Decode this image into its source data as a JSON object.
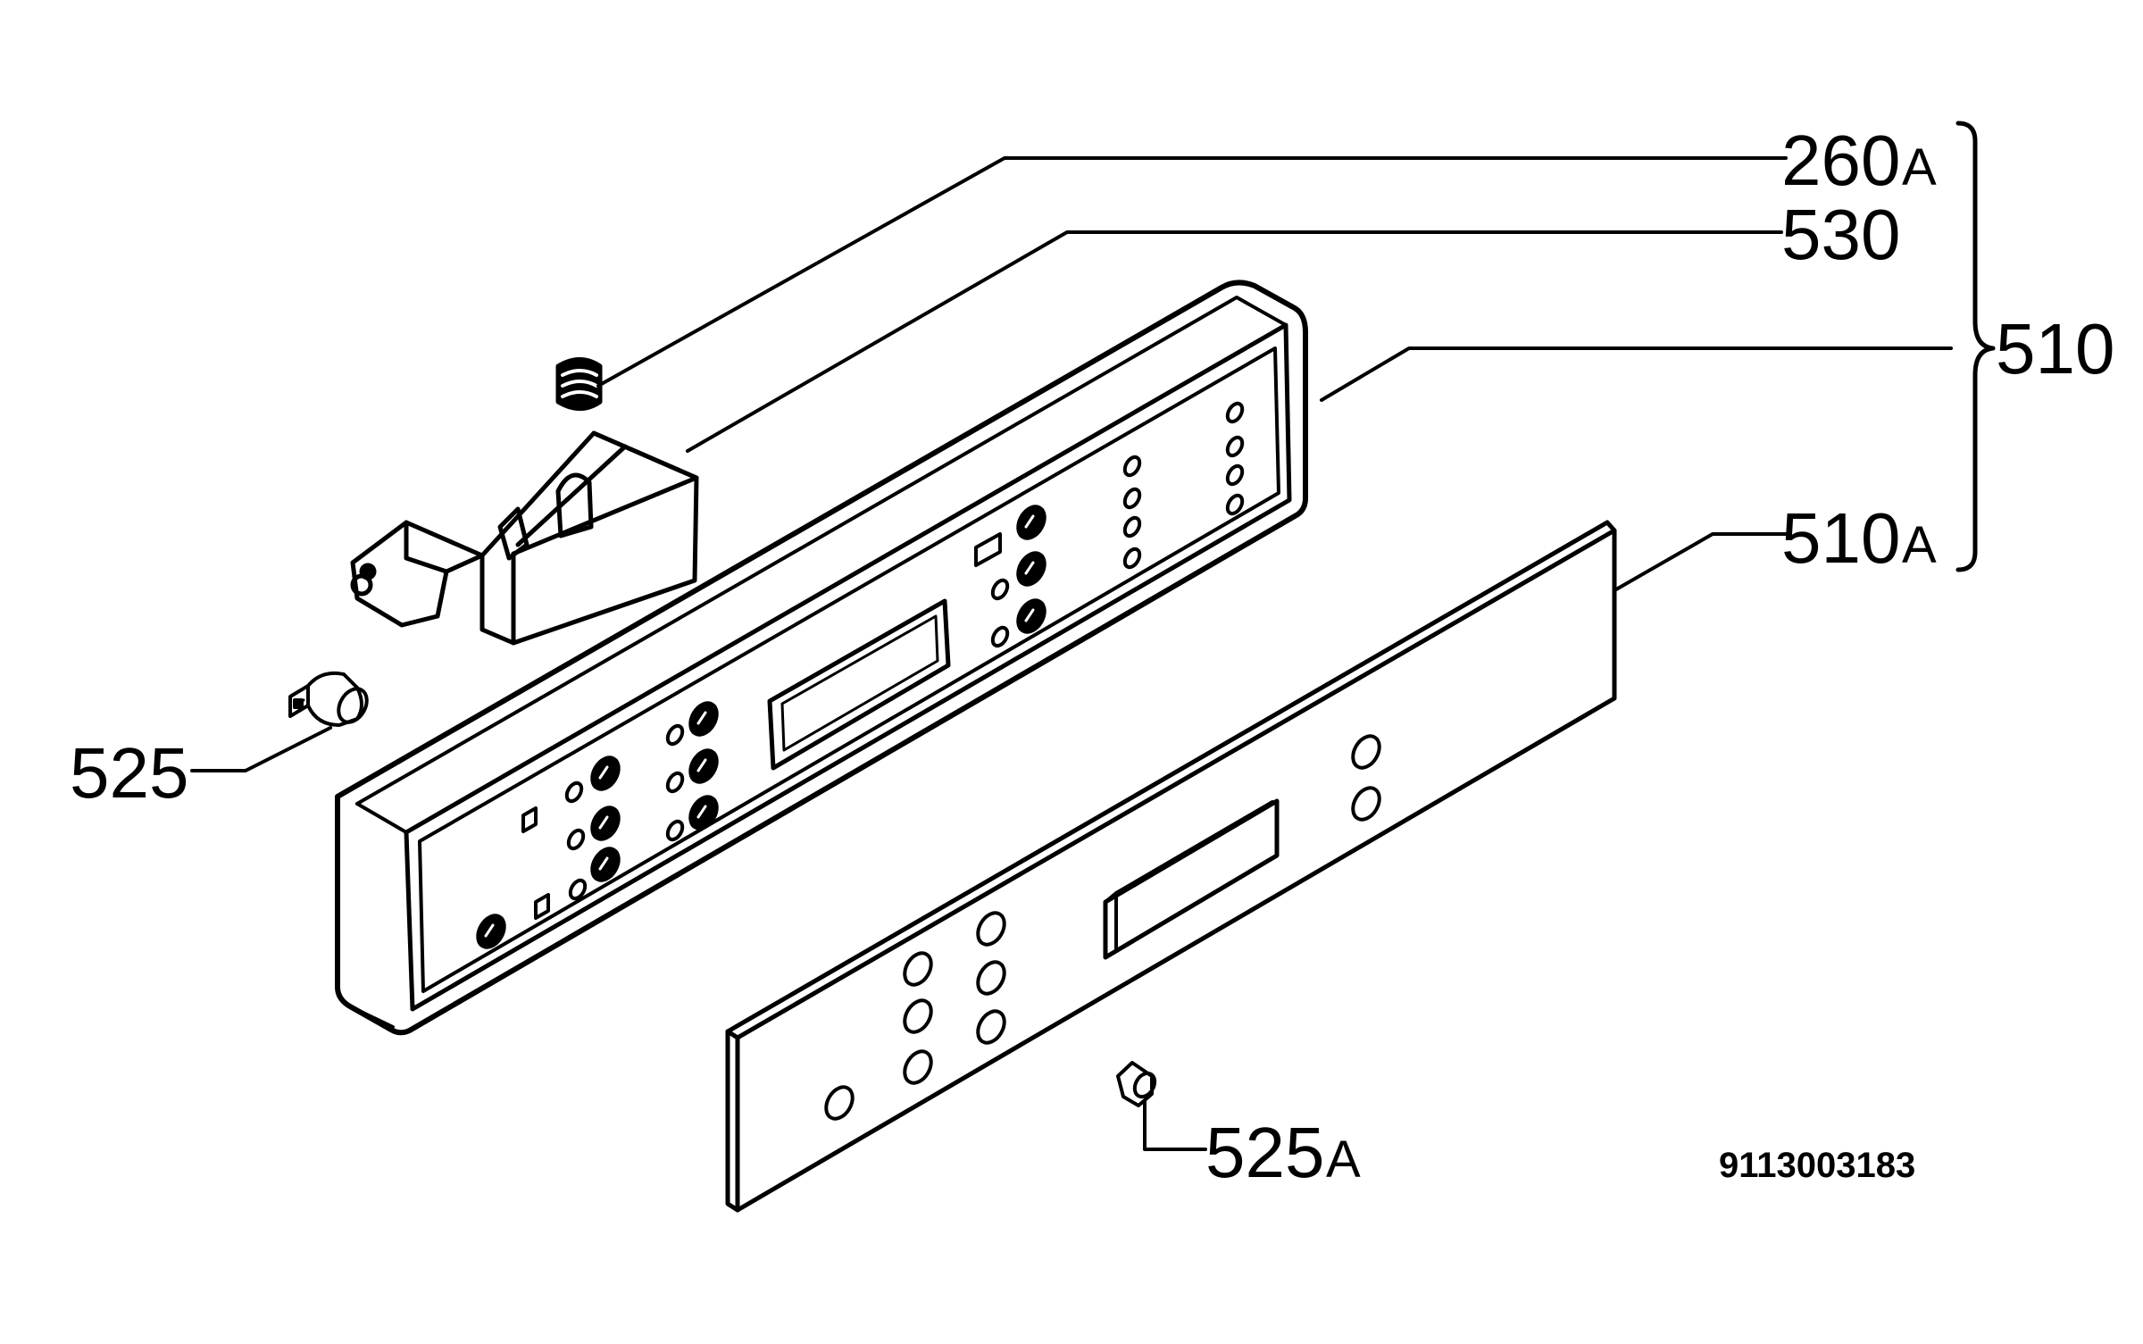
{
  "diagram": {
    "type": "exploded-parts-view",
    "parts": [
      {
        "id": "260",
        "suffix": "A"
      },
      {
        "id": "530",
        "suffix": ""
      },
      {
        "id": "510",
        "suffix": ""
      },
      {
        "id": "510",
        "suffix": "A"
      },
      {
        "id": "525",
        "suffix": ""
      },
      {
        "id": "525",
        "suffix": "A"
      }
    ],
    "drawing_number": "9113003183"
  }
}
